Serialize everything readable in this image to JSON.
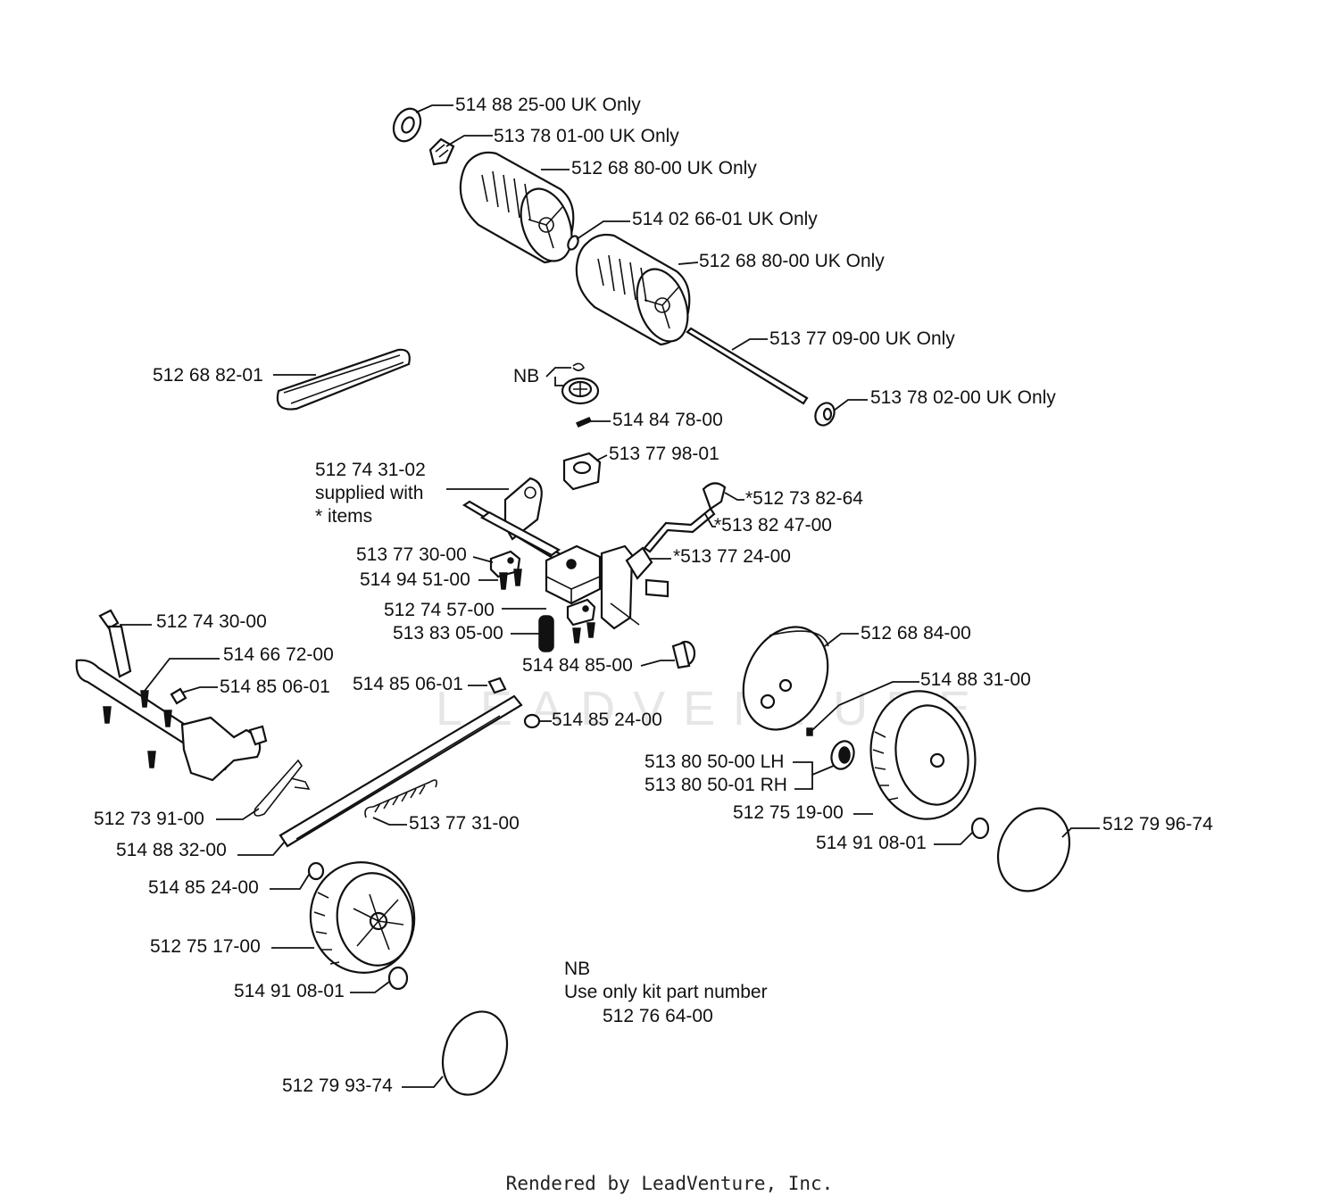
{
  "watermark": "LEADVENTURE",
  "labels": {
    "l01": "514 88 25-00 UK Only",
    "l02": "513 78 01-00 UK Only",
    "l03": "512 68 80-00 UK Only",
    "l04": "514 02 66-01 UK Only",
    "l05": "512 68 80-00 UK Only",
    "l06": "513 77 09-00 UK Only",
    "l07": "512 68 82-01",
    "l08": "NB",
    "l09": "513 78 02-00 UK Only",
    "l10": "514 84 78-00",
    "l11": "513 77 98-01",
    "l12a": "512 74 31-02",
    "l12b": "supplied with",
    "l12c": "* items",
    "l13": "*512 73 82-64",
    "l14": "*513 82 47-00",
    "l15": "513 77 30-00",
    "l16": "*513 77 24-00",
    "l17": "514 94 51-00",
    "l18": "512 74 57-00",
    "l19": "512 74 30-00",
    "l20": "513 83 05-00",
    "l21": "512 68 84-00",
    "l22": "514 66 72-00",
    "l23": "514 84 85-00",
    "l24": "514 85 06-01",
    "l25": "514 85 06-01",
    "l26": "514 88 31-00",
    "l27": "514 85 24-00",
    "l28": "513 80 50-00 LH",
    "l29": "513 80 50-01 RH",
    "l30": "512 75 19-00",
    "l31": "512 73 91-00",
    "l32": "513 77 31-00",
    "l33": "512 79 96-74",
    "l34": "514 91 08-01",
    "l35": "514 88 32-00",
    "l36": "514 85 24-00",
    "l37": "512 75 17-00",
    "l38": "514 91 08-01",
    "l39": "512 79 93-74"
  },
  "note": {
    "line1": "NB",
    "line2": "Use only kit part number",
    "line3": "512 76 64-00"
  },
  "footer": "Rendered by LeadVenture, Inc."
}
